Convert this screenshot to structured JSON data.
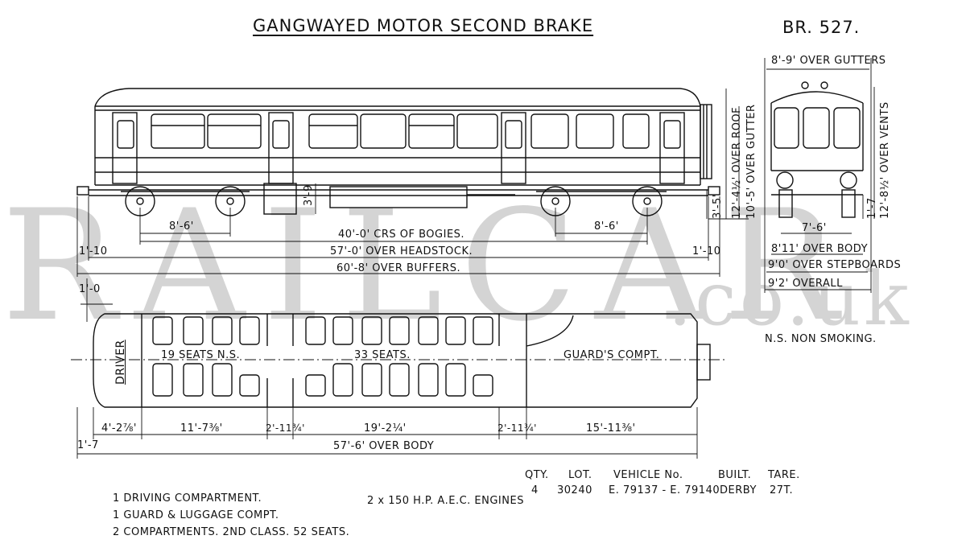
{
  "drawing": {
    "title": "GANGWAYED MOTOR SECOND BRAKE",
    "drawing_no": "BR. 527."
  },
  "watermark": {
    "main": "RAILCAR",
    "suffix": ".co.uk"
  },
  "side_elevation": {
    "dims": {
      "bogie_wheelbase_left": "8'-6'",
      "bogie_wheelbase_right": "8'-6'",
      "bogie_centres": "40'-0' CRS OF BOGIES.",
      "over_headstock": "57'-0' OVER HEADSTOCK.",
      "over_buffers": "60'-8' OVER BUFFERS.",
      "end_left": "1'-10",
      "end_right": "1'-10",
      "tank_height": "3'-9",
      "buffer_height": "3'-5'",
      "over_roof": "12'-4½' OVER ROOF",
      "over_gutter": "10'-5' OVER GUTTER"
    }
  },
  "end_elevation": {
    "dims": {
      "over_gutters": "8'-9' OVER GUTTERS",
      "over_vents": "12'-8½' OVER VENTS",
      "step_height": "1'-7",
      "bogie_centres": "7'-6'",
      "over_body": "8'11' OVER BODY",
      "over_stepboards": "9'0' OVER STEPBOARDS",
      "overall": "9'2' OVERALL"
    }
  },
  "plan": {
    "labels": {
      "driver": "DRIVER",
      "seats_ns": "19 SEATS N.S.",
      "seats_33": "33 SEATS.",
      "guards": "GUARD'S COMPT."
    },
    "dims": {
      "cab": "4'-2⅞'",
      "comp1": "11'-7⅜'",
      "vest1": "2'-11¾'",
      "comp2": "19'-2¼'",
      "vest2": "2'-11¾'",
      "guard": "15'-11⅜'",
      "gangway": "1'-0",
      "end_offset": "1'-7",
      "over_body": "57'-6' OVER BODY"
    }
  },
  "legend": {
    "ns": "N.S.  NON SMOKING."
  },
  "notes": [
    "1  DRIVING COMPARTMENT.",
    "1  GUARD  & LUGGAGE COMPT.",
    "2  COMPARTMENTS. 2ND CLASS. 52 SEATS."
  ],
  "engines": "2 x 150  H.P. A.E.C. ENGINES",
  "vehicle_table": {
    "headers": [
      "QTY.",
      "LOT.",
      "VEHICLE No.",
      "BUILT.",
      "TARE."
    ],
    "row": [
      "4",
      "30240",
      "E. 79137 - E. 79140",
      "DERBY",
      "27T."
    ]
  }
}
